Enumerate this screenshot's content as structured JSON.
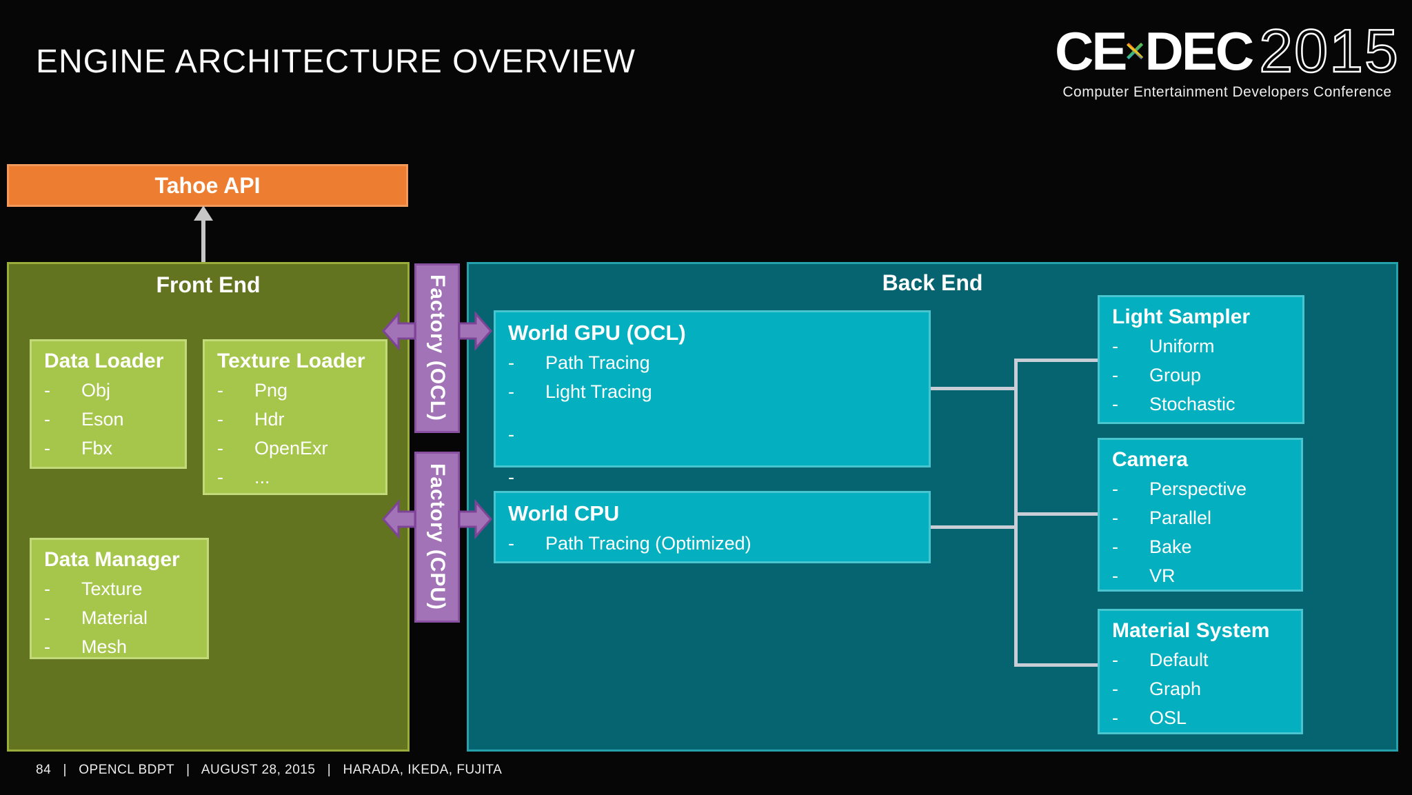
{
  "slide": {
    "title": "ENGINE ARCHITECTURE OVERVIEW",
    "footer_text": "84   |   OPENCL BDPT   |   AUGUST 28, 2015   |   HARADA, IKEDA, FUJITA"
  },
  "logo": {
    "name_left": "CE",
    "name_right": "DEC",
    "year": "2015",
    "subtitle": "Computer Entertainment Developers Conference"
  },
  "diagram": {
    "tahoe_api": {
      "label": "Tahoe API"
    },
    "front_end": {
      "title": "Front End",
      "data_loader": {
        "title": "Data Loader",
        "items": [
          "Obj",
          "Eson",
          "Fbx"
        ]
      },
      "texture_loader": {
        "title": "Texture Loader",
        "items": [
          "Png",
          "Hdr",
          "OpenExr",
          "..."
        ]
      },
      "data_manager": {
        "title": "Data Manager",
        "items": [
          "Texture",
          "Material",
          "Mesh"
        ]
      }
    },
    "factory_ocl": {
      "label": "Factory (OCL)"
    },
    "factory_cpu": {
      "label": "Factory (CPU)"
    },
    "back_end": {
      "title": "Back End",
      "world_gpu": {
        "title": "World GPU (OCL)",
        "items": [
          "Path Tracing",
          "Light Tracing",
          "",
          ""
        ]
      },
      "world_cpu": {
        "title": "World CPU",
        "items": [
          "Path Tracing (Optimized)"
        ]
      },
      "light_sampler": {
        "title": "Light Sampler",
        "items": [
          "Uniform",
          "Group",
          "Stochastic"
        ]
      },
      "camera": {
        "title": "Camera",
        "items": [
          "Perspective",
          "Parallel",
          "Bake",
          "VR"
        ]
      },
      "material_system": {
        "title": "Material System",
        "items": [
          "Default",
          "Graph",
          "OSL"
        ]
      }
    },
    "colors": {
      "orange": "#ED7D31",
      "olive_green": "#62741F",
      "light_green": "#A6C64B",
      "teal_dark": "#05646F",
      "teal_bright": "#04AFBF",
      "purple": "#A273B6",
      "connector_gray": "#C9CDD6"
    }
  }
}
